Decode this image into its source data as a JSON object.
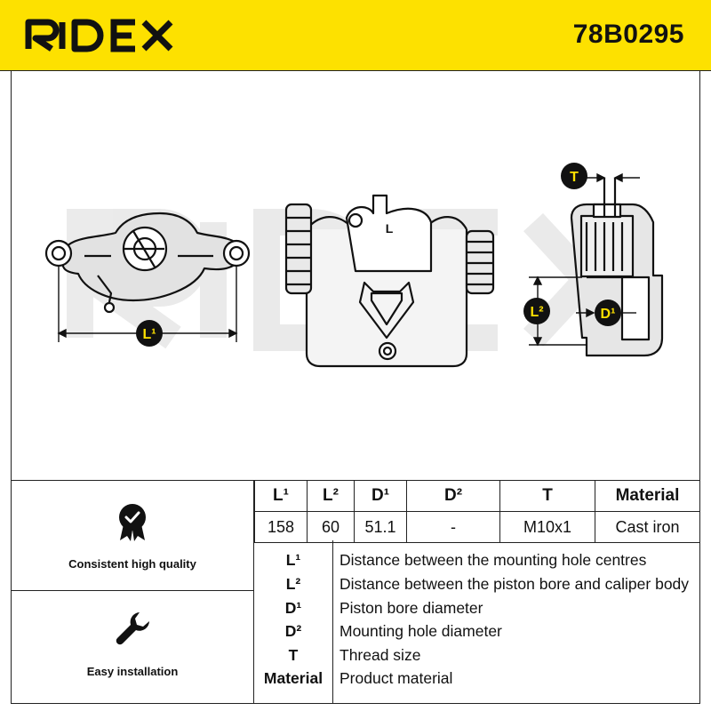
{
  "header": {
    "brand": "RIDEX",
    "part_number": "78B0295",
    "brand_color": "#fde100"
  },
  "drawing": {
    "labels": {
      "l1": "L¹",
      "l2": "L²",
      "d1": "D¹",
      "t": "T",
      "mark": "L"
    }
  },
  "spec_table": {
    "headers": [
      "L¹",
      "L²",
      "D¹",
      "D²",
      "T",
      "Material"
    ],
    "values": [
      "158",
      "60",
      "51.1",
      "-",
      "M10x1",
      "Cast iron"
    ]
  },
  "legend": [
    {
      "key": "L¹",
      "desc": "Distance between the mounting hole centres"
    },
    {
      "key": "L²",
      "desc": "Distance between the piston bore and caliper body"
    },
    {
      "key": "D¹",
      "desc": "Piston bore diameter"
    },
    {
      "key": "D²",
      "desc": "Mounting hole diameter"
    },
    {
      "key": "T",
      "desc": "Thread size"
    },
    {
      "key": "Material",
      "desc": "Product material"
    }
  ],
  "features": [
    {
      "label": "Consistent high quality",
      "icon": "badge-check-icon"
    },
    {
      "label": "Easy installation",
      "icon": "wrench-icon"
    }
  ]
}
